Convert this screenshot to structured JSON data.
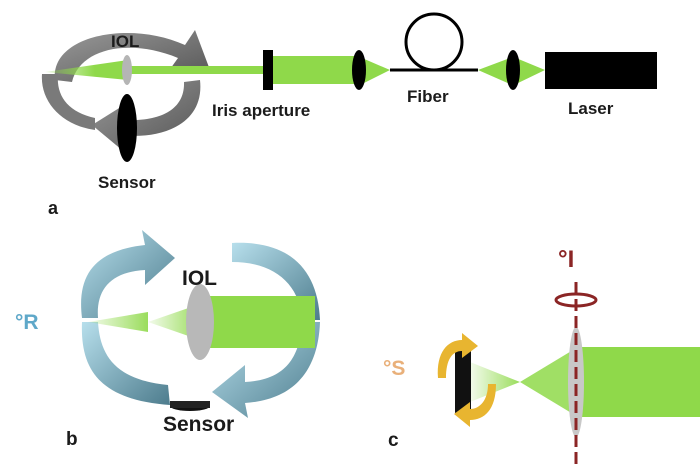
{
  "panel_a": {
    "panel_letter": "a",
    "iol_label": "IOL",
    "iris_label": "Iris aperture",
    "fiber_label": "Fiber",
    "laser_label": "Laser",
    "sensor_label": "Sensor"
  },
  "panel_b": {
    "panel_letter": "b",
    "iol_label": "IOL",
    "rotation_label": "°R",
    "sensor_label": "Sensor"
  },
  "panel_c": {
    "panel_letter": "c",
    "sensor_rotation_label": "°S",
    "iol_rotation_label": "°I"
  },
  "colors": {
    "beam_green": "#8fd94a",
    "rotation_arrow_gray": "#8a8a8a",
    "rotation_arrow_blue": "#a9d6e6",
    "sensor_rotation_yellow": "#e8b530",
    "iol_axis_red": "#8b2525"
  }
}
